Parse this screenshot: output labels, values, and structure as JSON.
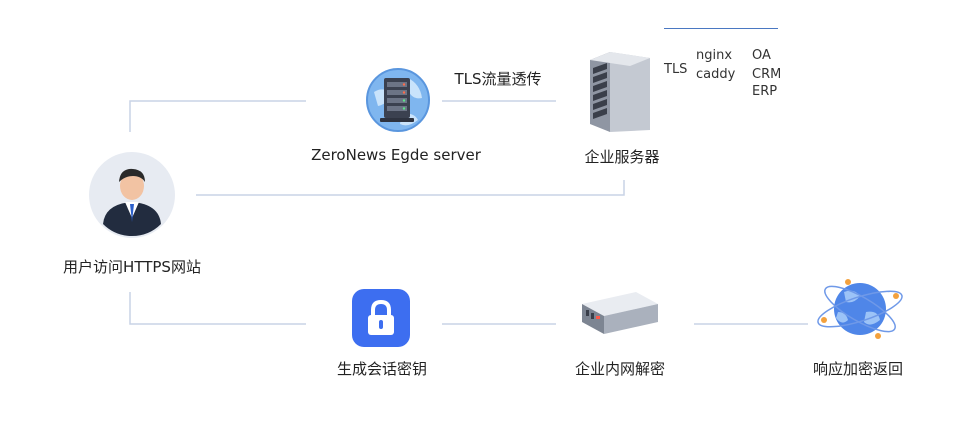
{
  "labels": {
    "user": "用户访问HTTPS网站",
    "edge": "ZeroNews Egde server",
    "transport": "TLS流量透传",
    "server": "企业服务器",
    "key": "生成会话密钥",
    "decrypt": "企业内网解密",
    "respond": "响应加密返回"
  },
  "panel": {
    "col1": [
      "TLS"
    ],
    "col2": [
      "nginx",
      "caddy"
    ],
    "col3": [
      "OA",
      "CRM",
      "ERP"
    ]
  },
  "colors": {
    "line": "#c9d3e6",
    "lock_bg": "#3d6ef0",
    "avatar_bg": "#e7ebf2",
    "panel_border": "#4a78c2"
  }
}
